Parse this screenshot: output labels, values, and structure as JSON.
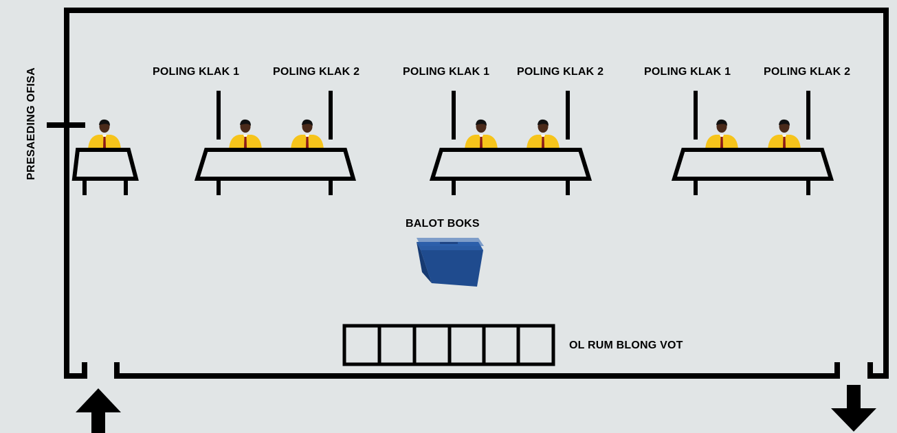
{
  "labels": {
    "presiding_officer": "PRESAEDING OFISA",
    "ballot_box": "BALOT BOKS",
    "voting_booths": "OL RUM BLONG VOT"
  },
  "clerk_tables": [
    {
      "clerk1": "POLING KLAK 1",
      "clerk2": "POLING KLAK 2"
    },
    {
      "clerk1": "POLING KLAK 1",
      "clerk2": "POLING KLAK 2"
    },
    {
      "clerk1": "POLING KLAK 1",
      "clerk2": "POLING KLAK 2"
    }
  ],
  "colors": {
    "background": "#e1e5e6",
    "wall": "#000000",
    "table_fill": "#e1e5e6",
    "shirt": "#f6c41b",
    "skin": "#4a2a1a",
    "tie": "#8b1a1a",
    "ballot_box": "#1f4b8e"
  },
  "icons": [
    "entry-arrow-icon",
    "exit-arrow-icon",
    "person-icon",
    "ballot-box-icon"
  ]
}
